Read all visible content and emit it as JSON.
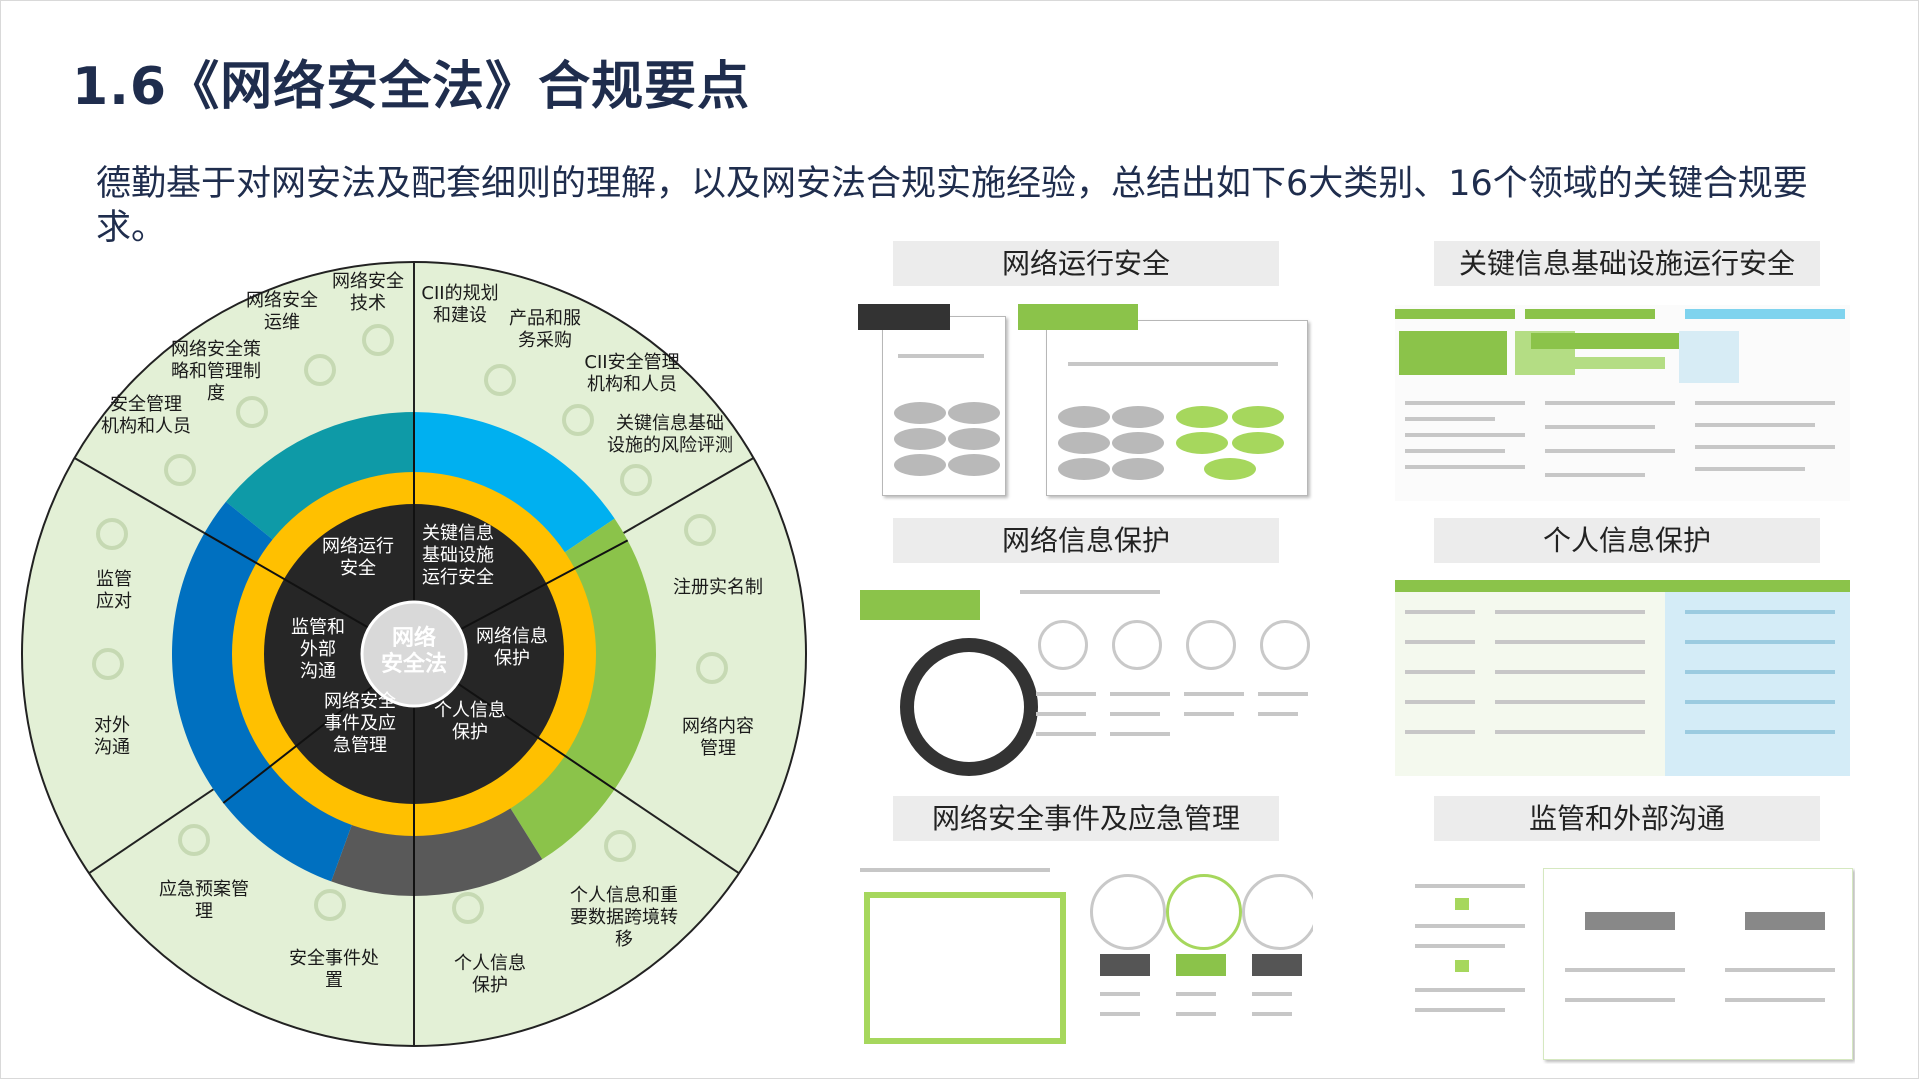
{
  "title": "1.6《网络安全法》合规要点",
  "intro": "德勤基于对网安法及配套细则的理解，以及网安法合规实施经验，总结出如下6大类别、16个领域的关键合规要求。",
  "wheel": {
    "center": [
      "网络",
      "安全法"
    ],
    "categories": [
      {
        "lines": [
          "网络运行",
          "安全"
        ]
      },
      {
        "lines": [
          "关键信息",
          "基础设施",
          "运行安全"
        ]
      },
      {
        "lines": [
          "网络信息",
          "保护"
        ]
      },
      {
        "lines": [
          "个人信息",
          "保护"
        ]
      },
      {
        "lines": [
          "网络安全",
          "事件及应",
          "急管理"
        ]
      },
      {
        "lines": [
          "监管和",
          "外部",
          "沟通"
        ]
      }
    ],
    "domains": [
      {
        "lines": [
          "网络安全",
          "技术"
        ]
      },
      {
        "lines": [
          "CII的规划",
          "和建设"
        ]
      },
      {
        "lines": [
          "产品和服",
          "务采购"
        ]
      },
      {
        "lines": [
          "CII安全管理",
          "机构和人员"
        ]
      },
      {
        "lines": [
          "关键信息基础",
          "设施的风险评测"
        ]
      },
      {
        "lines": [
          "注册实名制"
        ]
      },
      {
        "lines": [
          "网络内容",
          "管理"
        ]
      },
      {
        "lines": [
          "个人信息和重",
          "要数据跨境转",
          "移"
        ]
      },
      {
        "lines": [
          "个人信息",
          "保护"
        ]
      },
      {
        "lines": [
          "安全事件处",
          "置"
        ]
      },
      {
        "lines": [
          "应急预案管",
          "理"
        ]
      },
      {
        "lines": [
          "对外",
          "沟通"
        ]
      },
      {
        "lines": [
          "监管",
          "应对"
        ]
      },
      {
        "lines": [
          "安全管理",
          "机构和人员"
        ]
      },
      {
        "lines": [
          "网络安全策",
          "略和管理制",
          "度"
        ]
      },
      {
        "lines": [
          "网络安全",
          "运维"
        ]
      }
    ],
    "colors": {
      "outer": "#e3f0d6",
      "blue_dark": "#0070c0",
      "teal": "#0e9aa7",
      "sky": "#00b0f0",
      "green": "#8bc34a",
      "grey": "#595959",
      "gold": "#ffc000",
      "inner": "#262626",
      "center": "#d9d9d9"
    }
  },
  "panels": [
    {
      "title": "网络运行安全"
    },
    {
      "title": "关键信息基础设施运行安全"
    },
    {
      "title": "网络信息保护"
    },
    {
      "title": "个人信息保护"
    },
    {
      "title": "网络安全事件及应急管理"
    },
    {
      "title": "监管和外部沟通"
    }
  ]
}
